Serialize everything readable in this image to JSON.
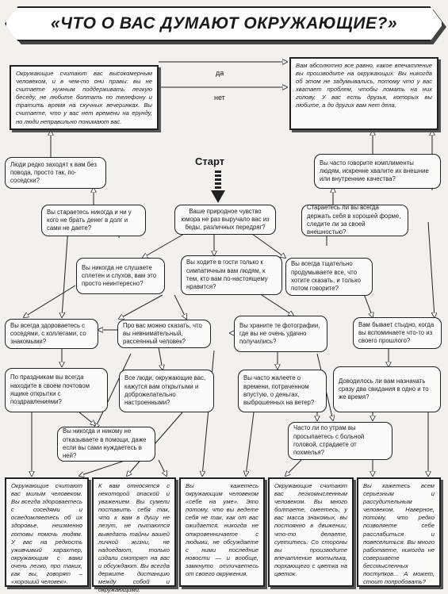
{
  "title": "«ЧТО О ВАС ДУМАЮТ ОКРУЖАЮЩИЕ?»",
  "start_label": "Старт",
  "branch_labels": {
    "yes": "да",
    "no": "нет"
  },
  "results": {
    "top_left": "Окружающие считают вас высокомерным человеком, и в чем-то они правы: вы не считаете нужным поддерживать легкую беседу, не любите болтать по телефону и тратить время на скучных вечеринках. Вы считаете, что у вас нет времени на ерунду, но люди неправильно понимают вас.",
    "top_right": "Вам абсолютно все равно, какое впечатление вы производите на окружающих. Вы никогда об этом не задумывались, потому что у вас хватает проблем, чтобы ломать на них голову. У вас есть друзья, которых вы любите, а до других вам нет дела.",
    "bottom_1": "Окружающие считают вас милым человеком. Вы всегда здороваетесь с соседями и осведомляетесь об их здоровье, неизменно готовы помочь людям. У вас на редкость уживчивый характер, окружающим с вами очень легко, про таких, как вы, говорят – «хороший человек».",
    "bottom_2": "К вам относятся с некоторой опаской и уважением. Вы сумели поставить себя так, что к вам в душу не лезут, не пытаются выведать тайны вашей личной жизни, не надоедают, только издали смотрят на вас и обсуждают. Вы всегда держите дистанцию между собой и окружающими.",
    "bottom_3": "Вы кажетесь окружающим человеком «себе на уме». Это потому, что вы ведете себя не так, как от вас ожидается, никогда не откровенничаете с людьми, не обсуждаете с ними последние новости — и вообще, замкнуто отличаетесь от своего окружения.",
    "bottom_4": "Окружающие считают вас легкомысленным человеком. Вы много болтаете, смеетесь, у вас масса знакомых, вы постоянно в движении, что-то делаете, суетитесь. Со стороны вы производите впечатление мотылька, порхающего с цветка на цветок.",
    "bottom_5": "Вы кажетесь всем серьезным и рассудительным человеком. Наверное, потому, что редко позволяете себе расслабиться и повеселиться. Вы много работаете, никогда не совершаете бессмысленных поступков... А может, стоит попробовать?"
  },
  "questions": {
    "q_visit": "Люди редко заходят к вам без повода, просто так, по-соседски?",
    "q_compliments": "Вы часто говорите комплименты людям, искренне хвалите их внешние или внутренние качества?",
    "q_humor": "Ваше природное чувство юмора не раз выручало вас из беды, различных передряг?",
    "q_debt": "Вы стараетесь никогда и ни у кого не брать денег в долг и сами не даете?",
    "q_shape": "Стараетесь ли вы всегда держать себя в хорошей форме, следите ли за своей внешностью?",
    "q_gossip": "Вы никогда не слушаете сплетен и слухов, вам это просто неинтересно?",
    "q_guests": "Вы ходите в гости только к симпатичным вам людям, к тем, кто вам по-настоящему нравится?",
    "q_think": "Вы всегда тщательно продумываете все, что хотите сказать, и только потом говорите?",
    "q_greet": "Вы всегда здороваетесь с соседями, с коллегами, со знакомыми?",
    "q_absent": "Про вас можно сказать, что вы невнимательный, рассеянный человек?",
    "q_photos": "Вы храните те фотографии, где вы не очень удачно получились?",
    "q_ashamed": "Вам бывает стыдно, когда вы вспоминаете что-то из своего прошлого?",
    "q_cards": "По праздникам вы всегда находите в своем почтовом ящике открытки с поздравлениями?",
    "q_kind": "Все люди, окружающие вас, кажутся вам открытыми и доброжелательно настроенными?",
    "q_regret": "Вы часто жалеете о времени, потраченном впустую, о деньгах, выброшенных на ветер?",
    "q_dates": "Доводилось ли вам назначать сразу два свидания в одно и то же время?",
    "q_help": "Вы никогда и никому не отказываете в помощи, даже если вы сами нуждаетесь в ней?",
    "q_morning": "Часто ли по утрам вы просыпаетесь с больной головой, страдаете от похмелья?"
  }
}
